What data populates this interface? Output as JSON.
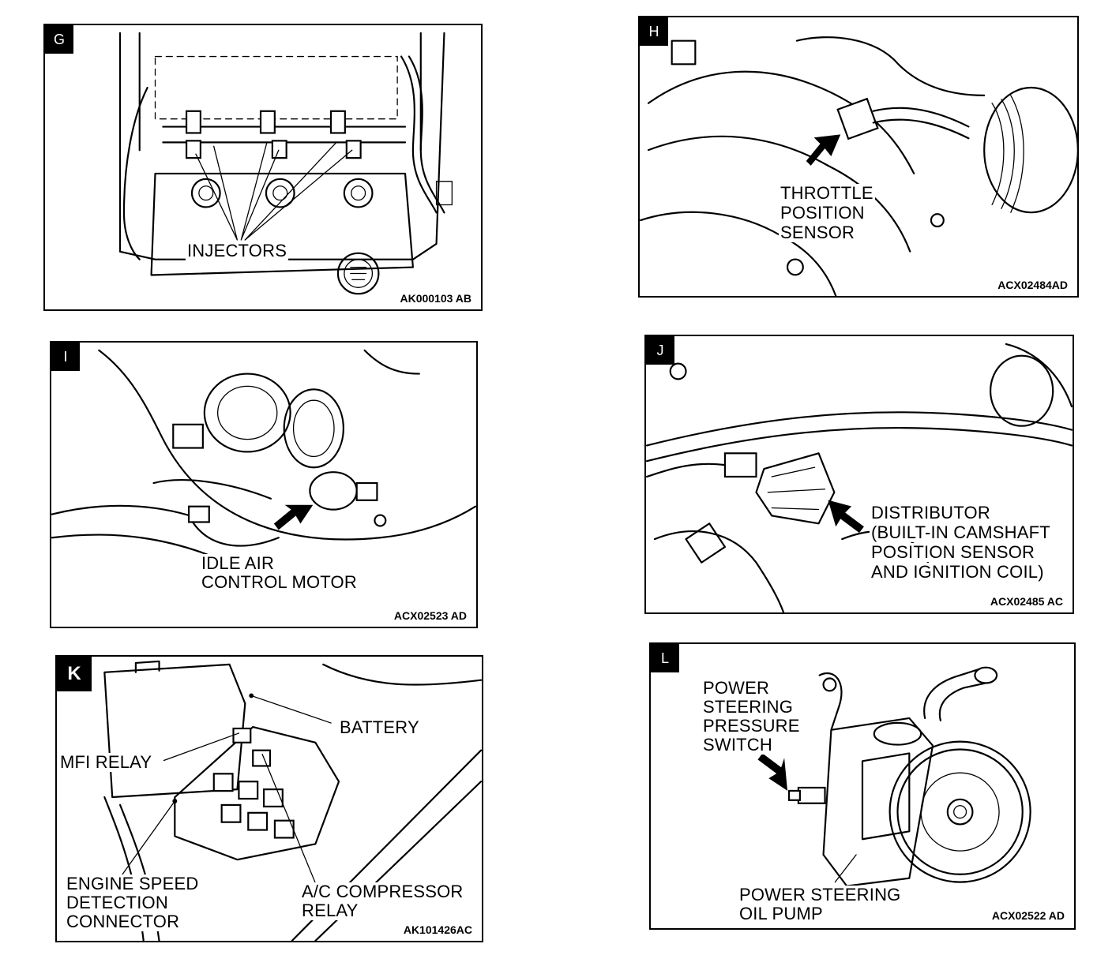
{
  "panels": {
    "g": {
      "tag": "G",
      "labels": [
        "INJECTORS"
      ],
      "code": "AK000103 AB"
    },
    "h": {
      "tag": "H",
      "labels": [
        "THROTTLE",
        "POSITION",
        "SENSOR"
      ],
      "code": "ACX02484AD"
    },
    "i": {
      "tag": "I",
      "labels": [
        "IDLE AIR",
        "CONTROL MOTOR"
      ],
      "code": "ACX02523 AD"
    },
    "j": {
      "tag": "J",
      "labels": [
        "DISTRIBUTOR",
        "(BUILT-IN CAMSHAFT",
        "POSITION SENSOR",
        "AND IGNITION COIL)"
      ],
      "code": "ACX02485 AC"
    },
    "k": {
      "tag": "K",
      "battery": "BATTERY",
      "mfi_relay": "MFI RELAY",
      "engine_speed": [
        "ENGINE SPEED",
        "DETECTION",
        "CONNECTOR"
      ],
      "ac_relay": [
        "A/C COMPRESSOR",
        "RELAY"
      ],
      "code": "AK101426AC"
    },
    "l": {
      "tag": "L",
      "switch": [
        "POWER",
        "STEERING",
        "PRESSURE",
        "SWITCH"
      ],
      "pump": [
        "POWER STEERING",
        "OIL PUMP"
      ],
      "code": "ACX02522 AD"
    }
  },
  "icons": {
    "arrow": "pointer-arrow-icon"
  }
}
